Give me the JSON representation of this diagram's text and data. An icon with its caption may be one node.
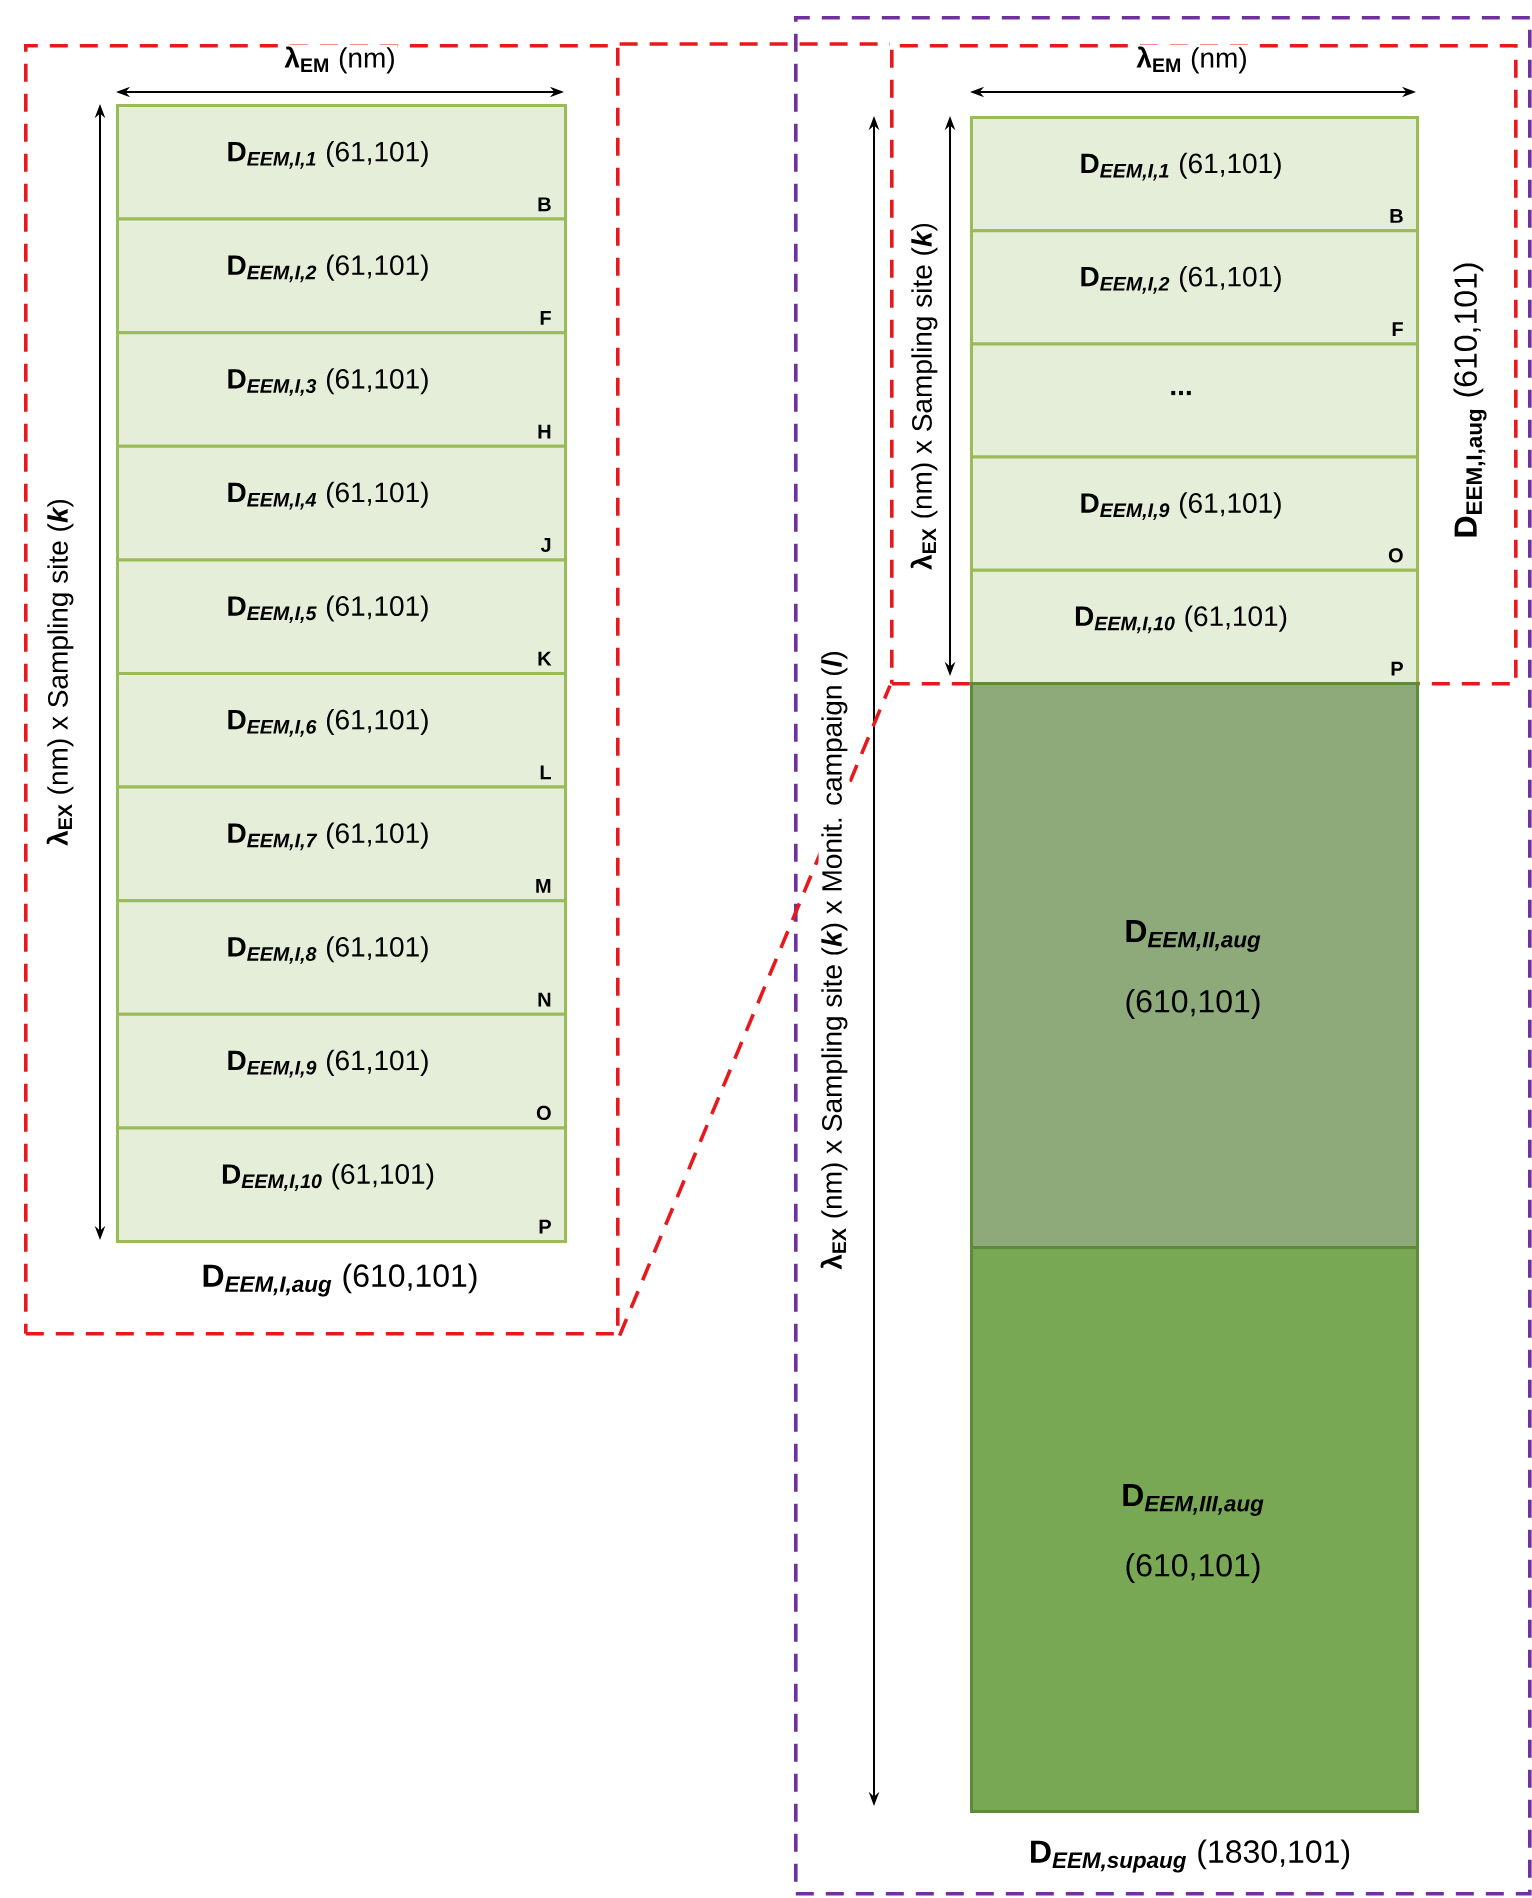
{
  "diagram": {
    "nodes": [
      {
        "text": [
          "\\text{\\bfseries D}_{\\text{\\bfseries\\itshape EEM,I,aug}}\\text{ (610,101)}"
        ]
      },
      {
        "text": [
          "\\text{\\bfseries D}_{\\text{\\bfseries\\itshape EEM,I,1}}\\text{ (61,101)}",
          "B"
        ],
        "in": 0
      },
      {
        "text": [
          "\\text{\\bfseries D}_{\\text{\\bfseries\\itshape EEM,I,2}}\\text{ (61,101)}",
          "F"
        ],
        "in": 0
      },
      {
        "text": [
          "\\text{\\bfseries D}_{\\text{\\bfseries\\itshape EEM,I,3}}\\text{ (61,101)}",
          "H"
        ],
        "in": 0
      },
      {
        "text": [
          "\\text{\\bfseries D}_{\\text{\\bfseries\\itshape EEM,I,4}}\\text{ (61,101)}",
          "J"
        ],
        "in": 0
      },
      {
        "text": [
          "\\text{\\bfseries D}_{\\text{\\bfseries\\itshape EEM,I,5}}\\text{ (61,101)}",
          "K"
        ],
        "in": 0
      },
      {
        "text": [
          "\\text{\\bfseries D}_{\\text{\\bfseries\\itshape EEM,I,6}}\\text{ (61,101)}",
          "L"
        ],
        "in": 0
      },
      {
        "text": [
          "\\text{\\bfseries D}_{\\text{\\bfseries\\itshape EEM,I,7}}\\text{ (61,101)}",
          "M"
        ],
        "in": 0
      },
      {
        "text": [
          "\\text{\\bfseries D}_{\\text{\\bfseries\\itshape EEM,I,8}}\\text{ (61,101)}",
          "N"
        ],
        "in": 0
      },
      {
        "text": [
          "\\text{\\bfseries D}_{\\text{\\bfseries\\itshape EEM,I,9}}\\text{ (61,101)}",
          "O"
        ],
        "in": 0
      },
      {
        "text": [
          "\\text{\\bfseries D}_{\\text{\\bfseries\\itshape EEM,I,10}}\\text{ (61,101)}",
          "P"
        ],
        "in": 0
      },
      {
        "text": [
          "\\text{\\bfseries D}_{\\text{\\bfseries\\itshape EEM,supaug}}\\text{ (1830,101)}"
        ]
      },
      {
        "text": [
          "\\text{\\bfseries D}_{\\text{\\bfseries EEM,I,aug}}\\text{ (610,101)}"
        ],
        "in": 11
      },
      {
        "text": [
          "\\text{\\bfseries D}_{\\text{\\bfseries\\itshape EEM,I,1}}\\text{ (61,101)}",
          "B"
        ],
        "in": 12
      },
      {
        "text": [
          "\\text{\\bfseries D}_{\\text{\\bfseries\\itshape EEM,I,2}}\\text{ (61,101)}",
          "F"
        ],
        "in": 12
      },
      {
        "text": [
          "\\text{\\bfseries ...}"
        ],
        "in": 12
      },
      {
        "text": [
          "\\text{\\bfseries D}_{\\text{\\bfseries\\itshape EEM,I,9}}\\text{ (61,101)}",
          "O"
        ],
        "in": 12
      },
      {
        "text": [
          "\\text{\\bfseries D}_{\\text{\\bfseries\\itshape EEM,I,10}}\\text{ (61,101)}",
          "P"
        ],
        "in": 12
      },
      {
        "text": [
          "\\text{\\bfseries D}_{\\text{\\bfseries\\itshape EEM,II,aug}}",
          "(610,101)"
        ],
        "in": 11
      },
      {
        "text": [
          "\\text{\\bfseries D}_{\\text{\\bfseries\\itshape EEM,III,aug}}",
          "(610,101)"
        ],
        "in": 11
      }
    ],
    "edges": [
      {
        "from": 0,
        "to": 12,
        "arrow": "none",
        "style": "dashed"
      },
      {
        "from": 0,
        "to": 12,
        "arrow": "none",
        "style": "dashed"
      }
    ],
    "labels": [
      "\\text{\\bfseries λ}_{\\text{\\bfseries EM}}\\text{ (nm)}",
      "\\text{\\bfseries λ}_{\\text{\\bfseries EX}}\\text{ (nm) x Sampling site ({\\bfseries\\itshape k})}",
      "\\text{\\bfseries λ}_{\\text{\\bfseries EM}}\\text{ (nm)}",
      "\\text{\\bfseries λ}_{\\text{\\bfseries EX}}\\text{ (nm) x Sampling site ({\\bfseries\\itshape k}) x Monit. campaign ({\\bfseries\\itshape l})}",
      "\\text{\\bfseries λ}_{\\text{\\bfseries EX}}\\text{ (nm) x Sampling site ({\\bfseries\\itshape k})}"
    ]
  }
}
